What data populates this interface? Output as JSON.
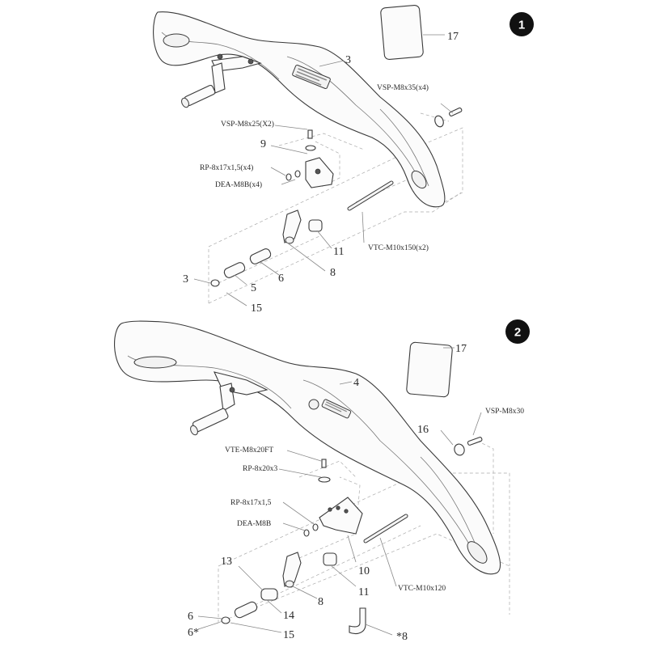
{
  "assembly_1": {
    "badge": "1",
    "callouts": {
      "c17": "17",
      "c3": "3",
      "vsp_m8x35": "VSP-M8x35(x4)",
      "vsp_m8x25": "VSP-M8x25(X2)",
      "c9": "9",
      "rp_8x17": "RP-8x17x1,5(x4)",
      "dea_m8b": "DEA-M8B(x4)",
      "c11": "11",
      "vtc_m10x150": "VTC-M10x150(x2)",
      "c8": "8",
      "c6": "6",
      "c3b": "3",
      "c5": "5",
      "c15": "15"
    }
  },
  "assembly_2": {
    "badge": "2",
    "callouts": {
      "c17": "17",
      "c4": "4",
      "c16": "16",
      "vsp_m8x30": "VSP-M8x30",
      "vte_m8x20ft": "VTE-M8x20FT",
      "rp_8x20x3": "RP-8x20x3",
      "rp_8x17": "RP-8x17x1,5",
      "dea_m8b": "DEA-M8B",
      "c10": "10",
      "c13": "13",
      "c11": "11",
      "vtc_m10x120": "VTC-M10x120",
      "c8": "8",
      "c14": "14",
      "c6": "6",
      "c6star": "6*",
      "c15": "15",
      "c8star": "*8"
    }
  }
}
